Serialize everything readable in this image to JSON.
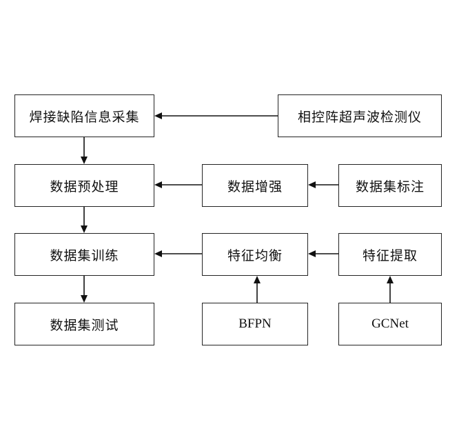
{
  "colors": {
    "line": "#111111",
    "border": "#222222",
    "background": "#ffffff"
  },
  "nodes": {
    "collect": "焊接缺陷信息采集",
    "device": "相控阵超声波检测仪",
    "preprocess": "数据预处理",
    "augment": "数据增强",
    "annotate": "数据集标注",
    "train": "数据集训练",
    "balance": "特征均衡",
    "extract": "特征提取",
    "test": "数据集测试",
    "bfpn": "BFPN",
    "gcnet": "GCNet"
  }
}
